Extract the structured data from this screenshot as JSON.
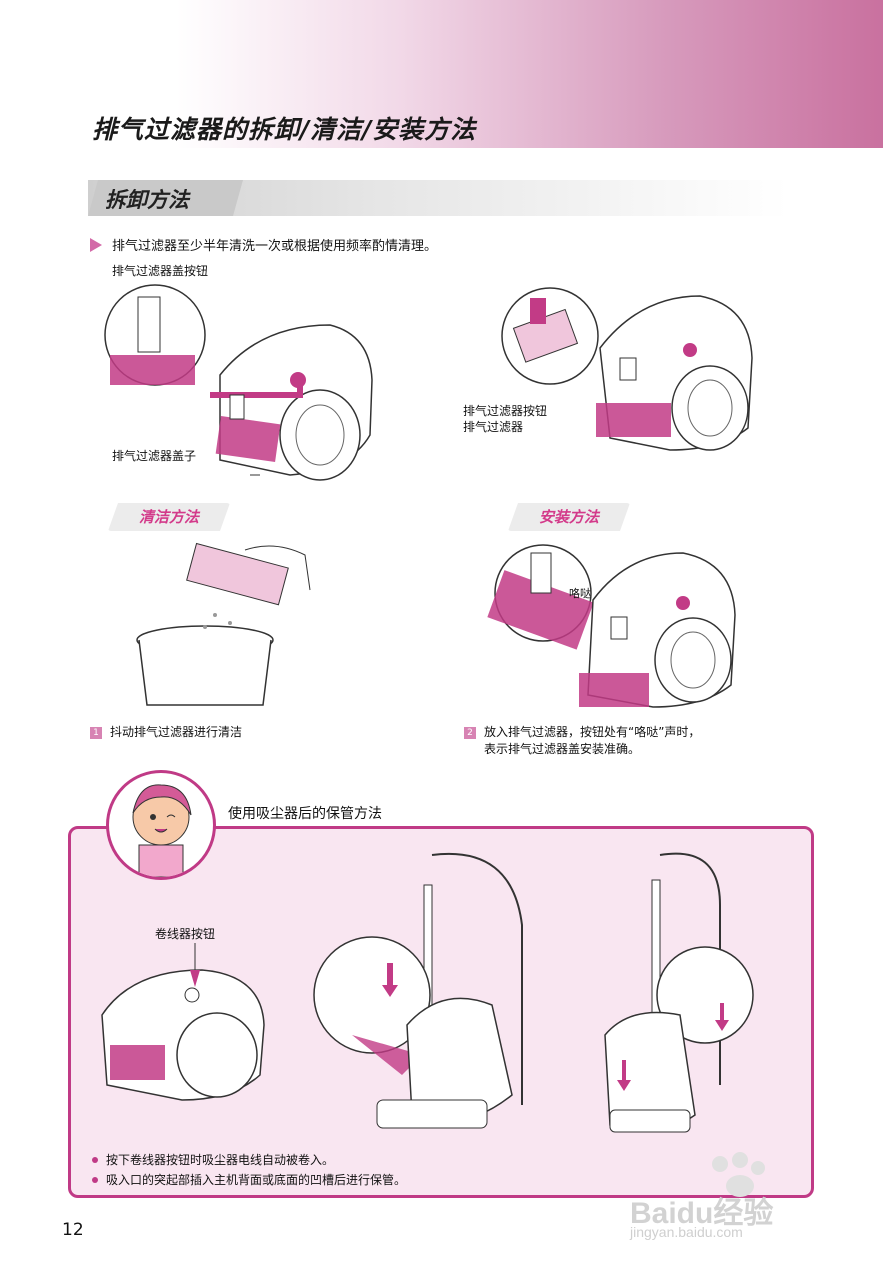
{
  "header": {
    "title": "排气过滤器的拆卸/清洁/安装方法"
  },
  "section": {
    "title": "拆卸方法"
  },
  "intro": "排气过滤器至少半年清洗一次或根据使用频率酌情清理。",
  "figure1": {
    "label_top": "排气过滤器盖按钮",
    "label_bottom": "排气过滤器盖子"
  },
  "figure2": {
    "label_1": "排气过滤器按钮",
    "label_2": "排气过滤器"
  },
  "cleaning": {
    "title": "清洁方法",
    "step_num": "1",
    "step_text": "抖动排气过滤器进行清洁"
  },
  "install": {
    "title": "安装方法",
    "click_label": "咯哒",
    "step_num": "2",
    "step_line1": "放入排气过滤器，按钮处有“咯哒”声时，",
    "step_line2": "表示排气过滤器盖安装准确。"
  },
  "care": {
    "title": "使用吸尘器后的保管方法",
    "reel_label": "卷线器按钮",
    "notes": [
      "按下卷线器按钮时吸尘器电线自动被卷入。",
      "吸入口的突起部插入主机背面或底面的凹槽后进行保管。"
    ]
  },
  "page_number": "12",
  "watermark": {
    "brand": "Baidu经验",
    "url": "jingyan.baidu.com"
  },
  "colors": {
    "accent": "#c03a86",
    "pink_light": "#f9e6f1",
    "header_pink": "#c9719f"
  }
}
